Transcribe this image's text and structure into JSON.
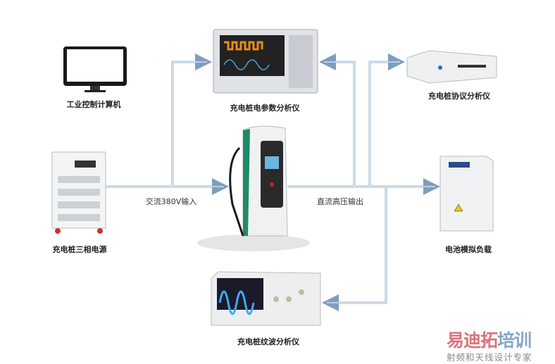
{
  "devices": {
    "computer": "工业控制计算机",
    "power_analyzer": "充电桩电参数分析仪",
    "protocol_analyzer": "充电桩协议分析仪",
    "power_source": "充电桩三相电源",
    "battery_load": "电池模拟负载",
    "ripple_analyzer": "充电桩纹波分析仪"
  },
  "flows": {
    "input": "交流380V输入",
    "output": "直流高压输出"
  },
  "watermark": {
    "brand_a": "易迪拓",
    "brand_b": "培训",
    "tagline": "射频和天线设计专家",
    "color_a": "#d9747c",
    "color_b": "#86a6c8"
  },
  "colors": {
    "line": "#9bb4d0",
    "pile_green": "#1f8a6a"
  }
}
